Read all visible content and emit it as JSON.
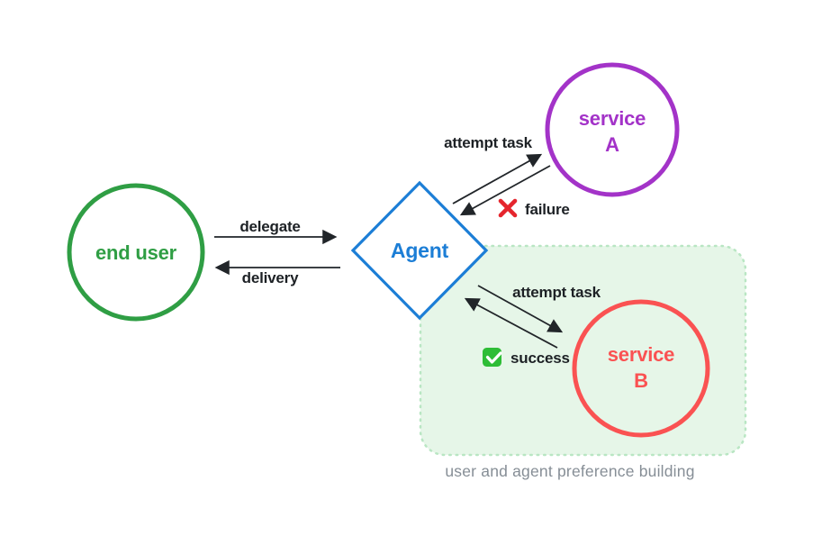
{
  "colors": {
    "green": "#2f9e44",
    "blue": "#1c7ed6",
    "purple": "#a333c8",
    "red": "#fa5252",
    "x_red": "#e5252d",
    "check_green": "#2ebd36",
    "box_fill": "#e6f6e8",
    "box_border": "#b9e6c3",
    "gray": "#868e96",
    "arrow": "#212529",
    "label": "#1d2125"
  },
  "nodes": {
    "end_user": {
      "label": "end user",
      "shape": "circle"
    },
    "agent": {
      "label": "Agent",
      "shape": "diamond"
    },
    "service_a": {
      "line1": "service",
      "line2": "A",
      "shape": "circle"
    },
    "service_b": {
      "line1": "service",
      "line2": "B",
      "shape": "circle"
    }
  },
  "edges": {
    "delegate": {
      "label": "delegate",
      "from": "end_user",
      "to": "agent"
    },
    "delivery": {
      "label": "delivery",
      "from": "agent",
      "to": "end_user"
    },
    "attempt_task_a": {
      "label": "attempt task",
      "from": "agent",
      "to": "service_a"
    },
    "failure": {
      "label": "failure",
      "icon": "red-cross-icon",
      "from": "service_a",
      "to": "agent"
    },
    "attempt_task_b": {
      "label": "attempt task",
      "from": "agent",
      "to": "service_b"
    },
    "success": {
      "label": "success",
      "icon": "green-check-icon",
      "from": "service_b",
      "to": "agent"
    }
  },
  "group": {
    "caption": "user and agent preference building"
  }
}
